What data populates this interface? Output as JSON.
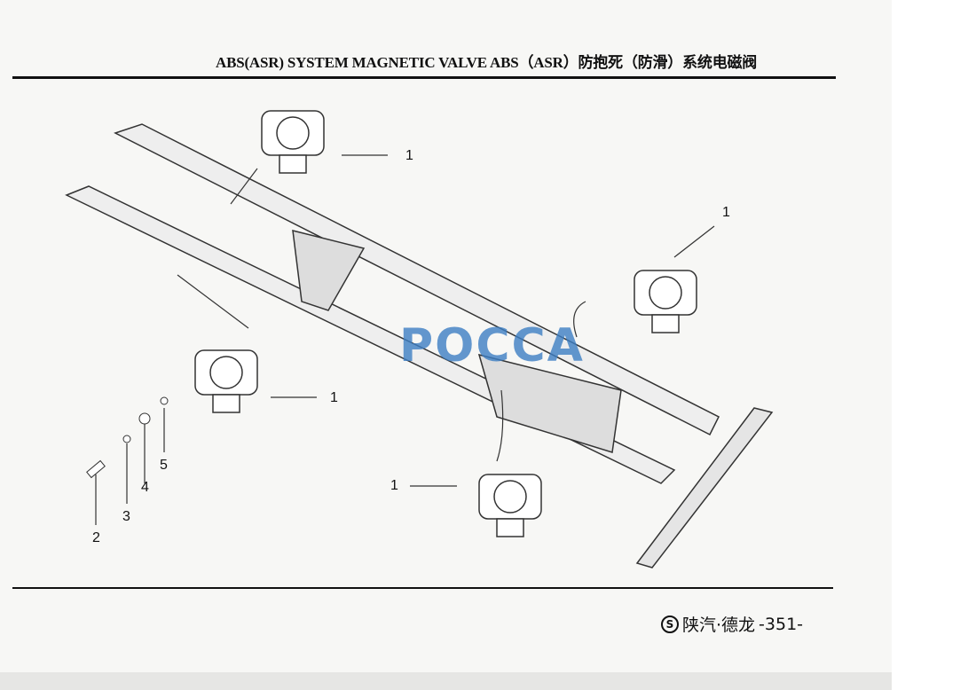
{
  "header": {
    "title": "ABS(ASR) SYSTEM MAGNETIC VALVE   ABS（ASR）防抱死（防滑）系统电磁阀"
  },
  "diagram": {
    "callouts": [
      "1",
      "1",
      "1",
      "1",
      "2",
      "3",
      "4",
      "5"
    ]
  },
  "watermark": "POCCA",
  "footer": {
    "logo": "S",
    "brand": "陕汽·德龙",
    "page": "-351-"
  }
}
